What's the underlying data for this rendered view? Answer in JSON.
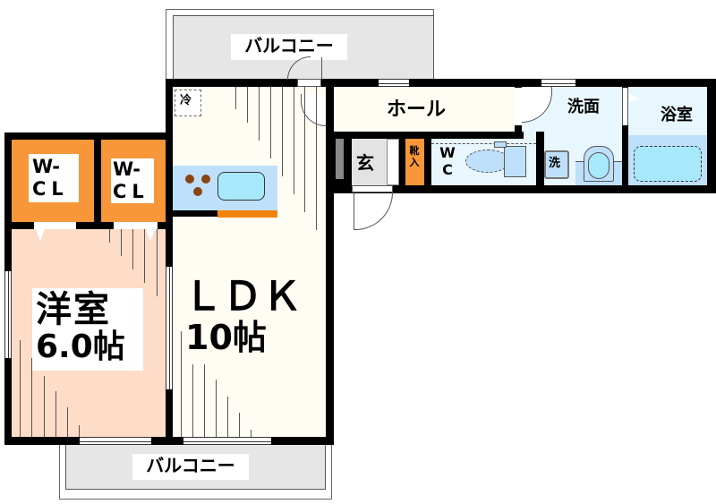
{
  "floorplan": {
    "balcony_top": {
      "label": "バルコニー"
    },
    "balcony_bottom": {
      "label": "バルコニー"
    },
    "western_room": {
      "name": "洋室",
      "size": "6.0帖"
    },
    "ldk": {
      "name": "ＬＤＫ",
      "size": "10帖"
    },
    "closets": [
      {
        "line1": "W-",
        "line2": "CL"
      },
      {
        "line1": "W-",
        "line2": "CL"
      }
    ],
    "refrigerator": {
      "label": "冷"
    },
    "hall": {
      "label": "ホール"
    },
    "entrance": {
      "label": "玄"
    },
    "shoe_cabinet": {
      "line1": "靴",
      "line2": "入"
    },
    "toilet": {
      "line1": "W",
      "line2": "C"
    },
    "washroom": {
      "label": "洗面"
    },
    "washing_machine": {
      "label": "洗"
    },
    "bathroom": {
      "label": "浴室"
    },
    "colors": {
      "wall": "#000000",
      "balcony": "#e6e6e6",
      "western_room": "#fddcc8",
      "ldk": "#fffdf3",
      "closet": "#f7973a",
      "wet_area": "#e8f7fd",
      "fixture": "#bfe0fa",
      "fixture_dark": "#a8d8f5",
      "entrance": "#e3e3e3",
      "kitchen_counter": "#f5820a",
      "burner": "#8b4513"
    }
  }
}
